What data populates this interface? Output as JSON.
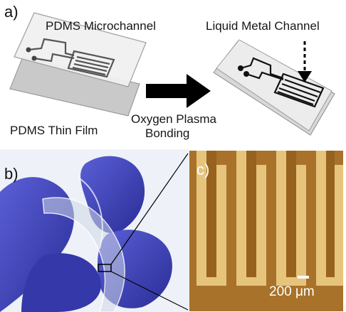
{
  "figure": {
    "panel_a": {
      "letter": "a)",
      "label_microchannel": "PDMS Microchannel",
      "label_thin_film": "PDMS Thin Film",
      "label_liquid_metal": "Liquid Metal Channel",
      "arrow_caption_line1": "Oxygen Plasma",
      "arrow_caption_line2": "Bonding"
    },
    "panel_b": {
      "letter": "b)"
    },
    "panel_c": {
      "letter": "c)",
      "scale_label": "200 μm"
    },
    "colors": {
      "glove": "#3b3fb8",
      "background_b": "#eef2f8",
      "micrograph_base": "#b07a2a",
      "channel_fill": "#e8c57a"
    }
  }
}
